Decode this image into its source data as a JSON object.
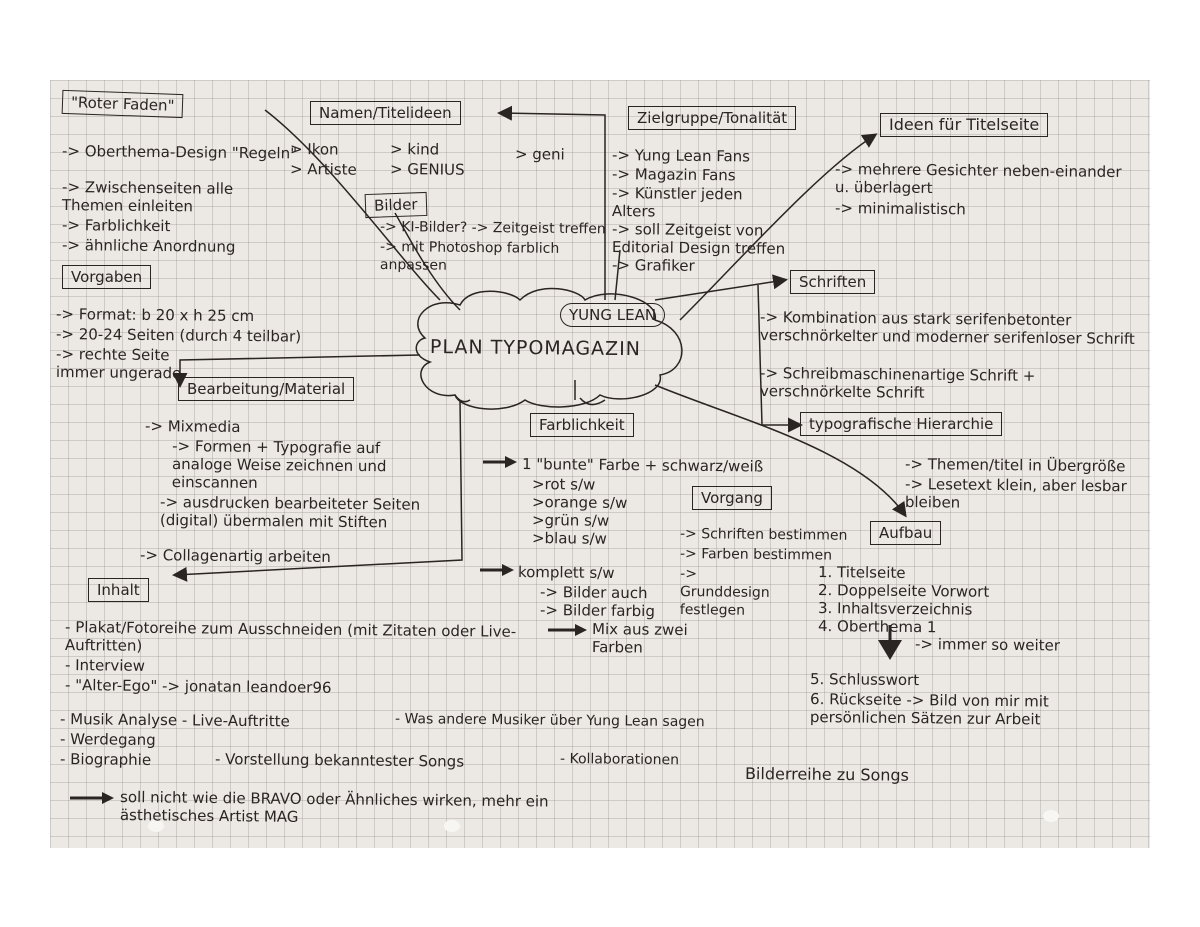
{
  "center": {
    "title": "PLAN TYPOMAGAZIN",
    "name": "YUNG LEAN"
  },
  "nodes": {
    "roter_faden": {
      "title": "\"Roter Faden\"",
      "items": [
        "-> Oberthema-Design \"Regeln\"",
        "-> Zwischenseiten alle Themen einleiten",
        "-> Farblichkeit",
        "-> ähnliche Anordnung"
      ]
    },
    "namen": {
      "title": "Namen/Titelideen",
      "items": [
        "> Ikon",
        "> Artiste",
        "> kind",
        "> GENIUS",
        "> geni"
      ]
    },
    "zielgruppe": {
      "title": "Zielgruppe/Tonalität",
      "items": [
        "-> Yung Lean Fans",
        "-> Magazin Fans",
        "-> Künstler jeden Alters",
        "-> soll Zeitgeist von Editorial Design treffen",
        "-> Grafiker"
      ]
    },
    "ideen_titelseite": {
      "title": "Ideen für Titelseite",
      "items": [
        "-> mehrere Gesichter neben-einander u. überlagert",
        "-> minimalistisch"
      ]
    },
    "bilder": {
      "title": "Bilder",
      "items": [
        "-> KI-Bilder? -> Zeitgeist treffen",
        "-> mit Photoshop farblich anpassen"
      ]
    },
    "vorgaben": {
      "title": "Vorgaben",
      "items": [
        "-> Format: b 20 x h 25 cm",
        "-> 20-24 Seiten (durch 4 teilbar)",
        "-> rechte Seite immer ungerade"
      ]
    },
    "schriften": {
      "title": "Schriften",
      "items": [
        "-> Kombination aus stark serifenbetonter verschnörkelter und moderner serifenloser Schrift",
        "-> Schreibmaschinenartige Schrift + verschnörkelte Schrift"
      ]
    },
    "hierarchie": {
      "title": "typografische Hierarchie",
      "items": [
        "-> Themen/titel in Übergröße",
        "-> Lesetext klein, aber lesbar bleiben"
      ]
    },
    "bearbeitung": {
      "title": "Bearbeitung/Material",
      "items": [
        "-> Mixmedia",
        "-> Formen + Typografie auf analoge Weise zeichnen und einscannen",
        "-> ausdrucken bearbeiteter Seiten (digital) übermalen mit Stiften",
        "-> Collagenartig arbeiten"
      ]
    },
    "farblichkeit": {
      "title": "Farblichkeit",
      "items": [
        "1 \"bunte\" Farbe + schwarz/weiß",
        ">rot s/w",
        ">orange s/w",
        ">grün s/w",
        ">blau s/w",
        "komplett s/w",
        "-> Bilder auch",
        "-> Bilder farbig",
        "Mix aus zwei Farben"
      ]
    },
    "vorgang": {
      "title": "Vorgang",
      "items": [
        "-> Schriften bestimmen",
        "-> Farben bestimmen",
        "-> Grunddesign festlegen"
      ]
    },
    "aufbau": {
      "title": "Aufbau",
      "items": [
        "1. Titelseite",
        "2. Doppelseite Vorwort",
        "3. Inhaltsverzeichnis",
        "4. Oberthema 1",
        "-> immer so weiter",
        "5. Schlusswort",
        "6. Rückseite -> Bild von mir mit persönlichen Sätzen zur Arbeit"
      ]
    },
    "inhalt": {
      "title": "Inhalt",
      "items": [
        "- Plakat/Fotoreihe zum Ausschneiden (mit Zitaten oder Live-Auftritten)",
        "- Interview",
        "- \"Alter-Ego\" -> jonatan leandoer96",
        "- Musik Analyse - Live-Auftritte",
        "- Was andere Musiker über Yung Lean sagen",
        "- Werdegang",
        "- Kollaborationen",
        "- Biographie",
        "- Vorstellung bekanntester Songs"
      ]
    },
    "footer": {
      "note": "soll nicht wie die BRAVO oder Ähnliches wirken, mehr ein ästhetisches Artist MAG",
      "bilderreihe": "Bilderreihe zu Songs"
    }
  },
  "colors": {
    "paper": "#ece9e4",
    "grid": "#9a958f",
    "ink": "#2a2422"
  }
}
